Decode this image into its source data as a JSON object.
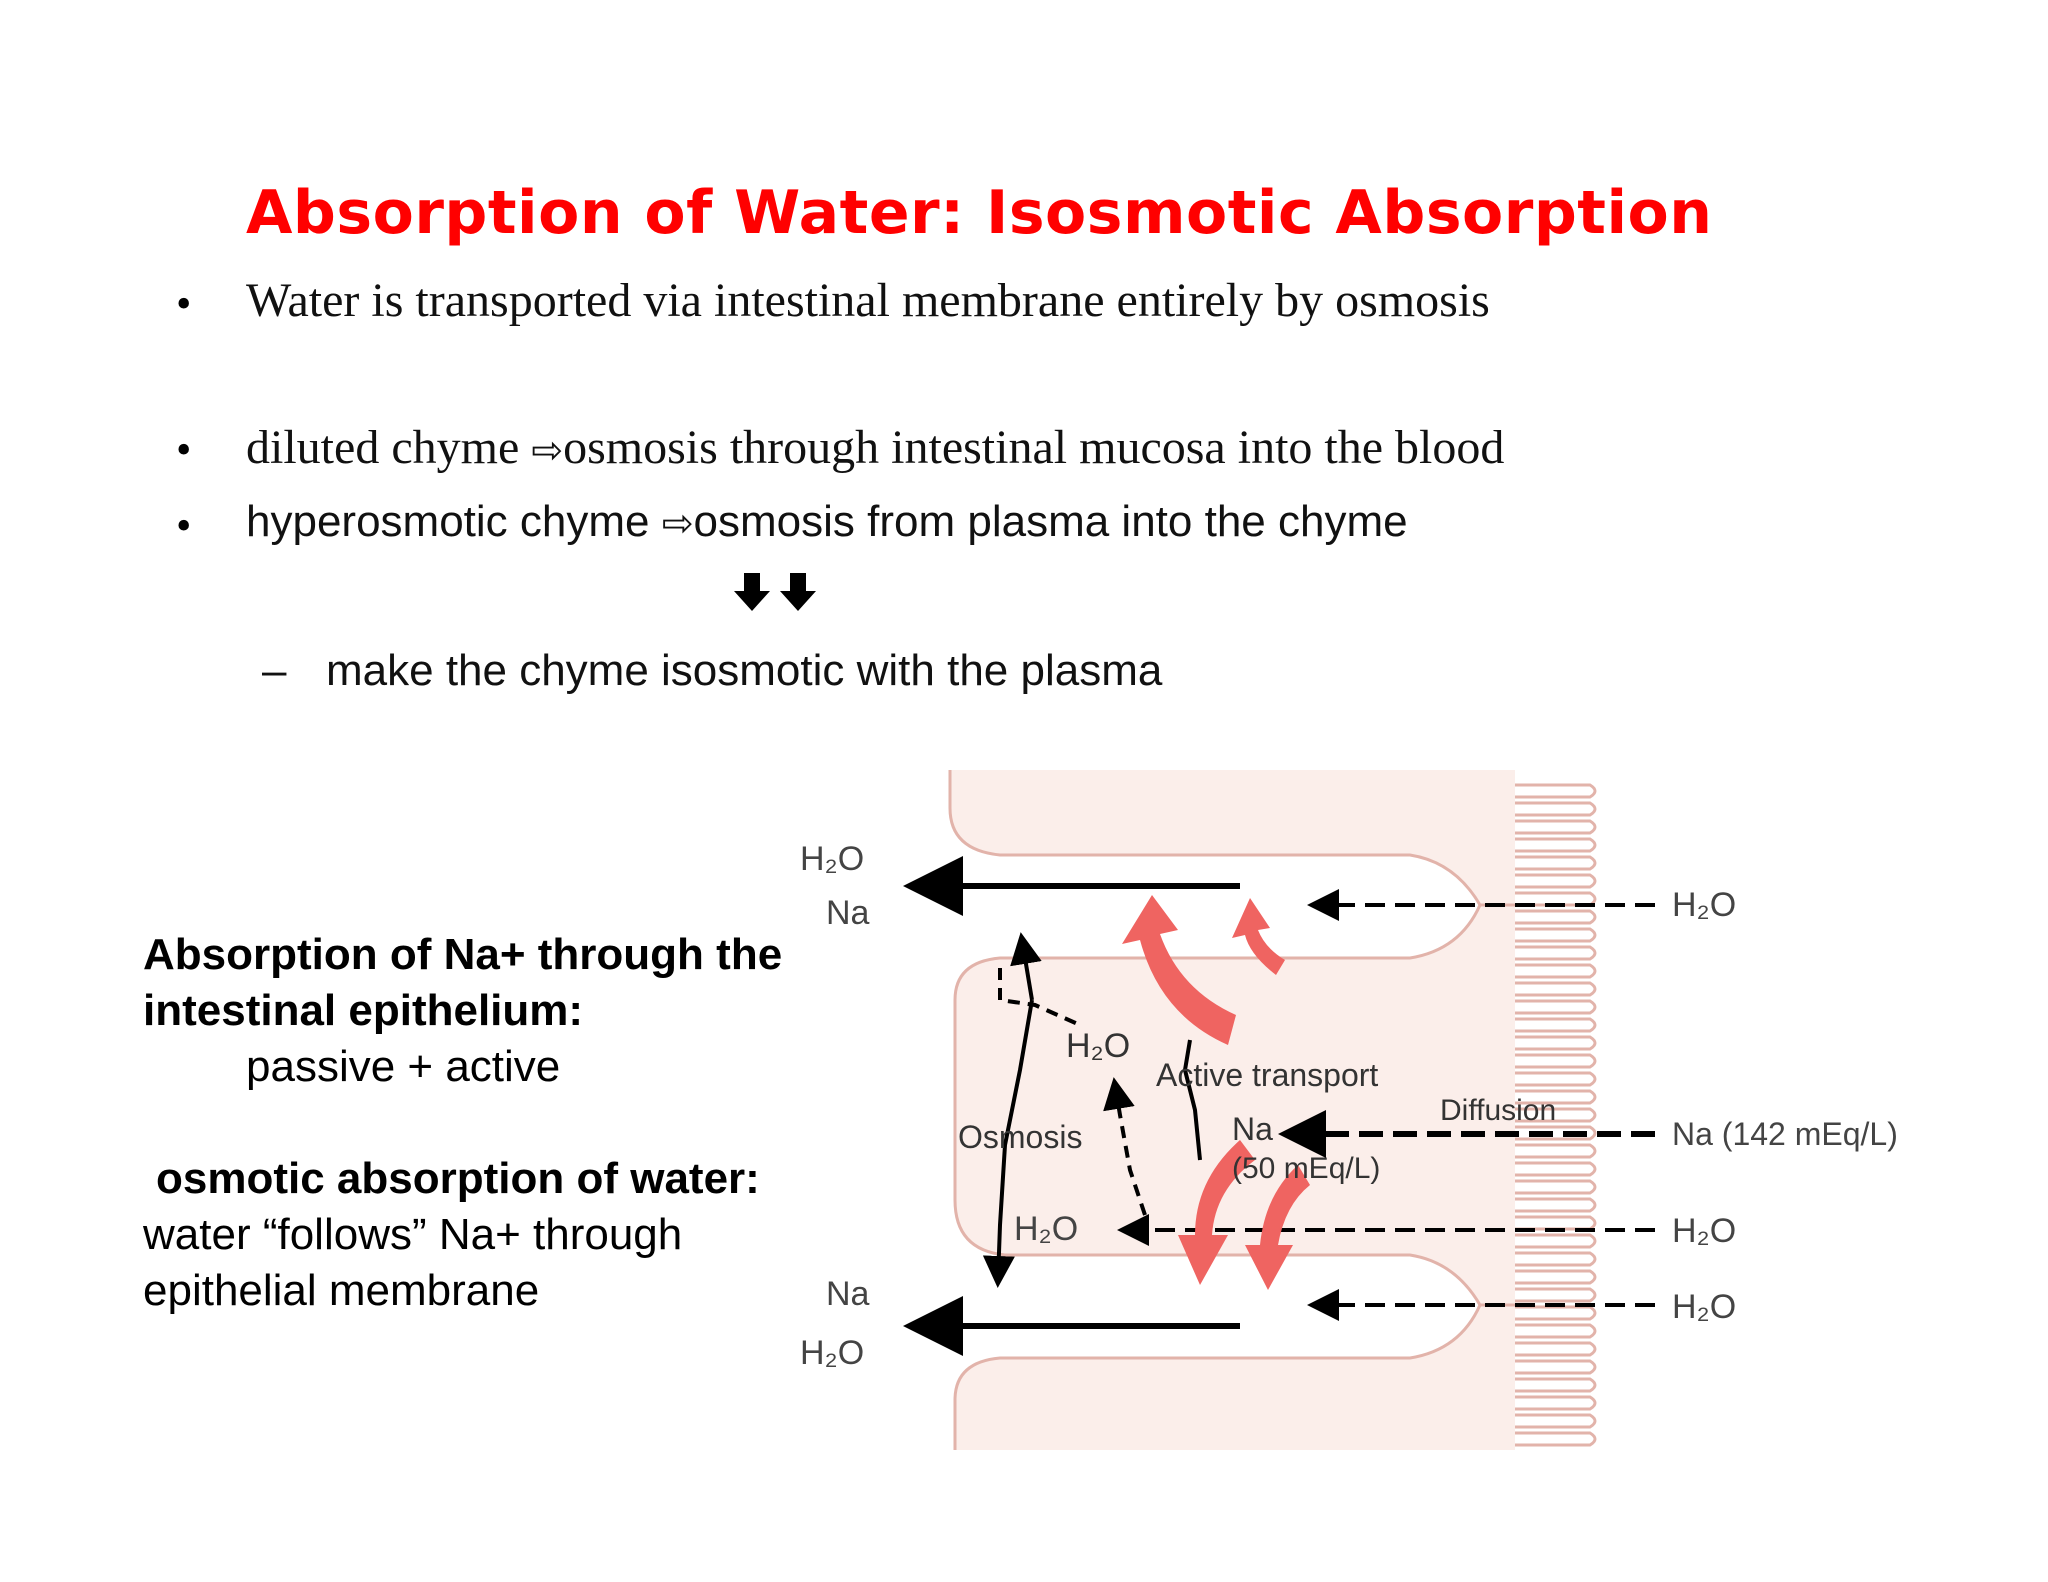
{
  "title": "Absorption of Water: Isosmotic Absorption",
  "bullets": [
    {
      "symbol": "•",
      "text": "Water is transported via intestinal membrane entirely by osmosis"
    },
    {
      "symbol": "•",
      "before": "diluted chyme ",
      "arrow": "⇨",
      "after": "osmosis through intestinal mucosa into the blood"
    },
    {
      "symbol": "•",
      "before": "hyperosmotic chyme ",
      "arrow": "⇨",
      "after": "osmosis from plasma into the chyme"
    }
  ],
  "down_arrows": "⬇⬇",
  "sub_bullet": {
    "symbol": "–",
    "text": "make the chyme isosmotic with the plasma"
  },
  "side_text": {
    "heading_line1": "Absorption of Na+ through the",
    "heading_line2": "intestinal epithelium:",
    "detail": "passive + active",
    "osmotic_heading": "osmotic absorption of water:",
    "osmotic_line1": "water “follows”  Na+ through",
    "osmotic_line2": "epithelial membrane"
  },
  "diagram": {
    "labels": {
      "h2o_top_left": "H₂O",
      "na_top_left": "Na",
      "na_bottom_left": "Na",
      "h2o_bottom_left": "H₂O",
      "h2o_mid": "H₂O",
      "osmosis": "Osmosis",
      "h2o_low": "H₂O",
      "active_transport": "Active transport",
      "diffusion": "Diffusion",
      "na_cell": "Na",
      "na_cell_conc": "(50 mEq/L)",
      "h2o_right_1": "H₂O",
      "na_right": "Na (142 mEq/L)",
      "h2o_right_2": "H₂O",
      "h2o_right_3": "H₂O"
    },
    "colors": {
      "cell_fill": "#fbeeea",
      "cell_outline": "#e2b3aa",
      "pink_arrow": "#ef6461",
      "ink": "#000000"
    }
  }
}
